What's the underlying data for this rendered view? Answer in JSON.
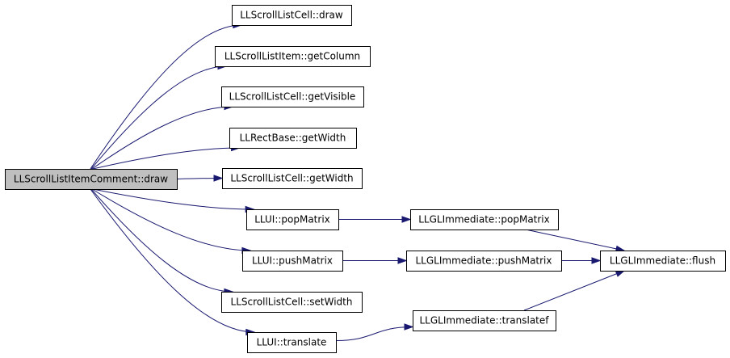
{
  "graph": {
    "nodes": [
      {
        "id": "root",
        "label": "LLScrollListItemComment::draw",
        "root": true
      },
      {
        "id": "cell_draw",
        "label": "LLScrollListCell::draw"
      },
      {
        "id": "item_getcolumn",
        "label": "LLScrollListItem::getColumn"
      },
      {
        "id": "cell_getvisible",
        "label": "LLScrollListCell::getVisible"
      },
      {
        "id": "rect_getwidth",
        "label": "LLRectBase::getWidth"
      },
      {
        "id": "cell_getwidth",
        "label": "LLScrollListCell::getWidth"
      },
      {
        "id": "ui_popmatrix",
        "label": "LLUI::popMatrix"
      },
      {
        "id": "ui_pushmatrix",
        "label": "LLUI::pushMatrix"
      },
      {
        "id": "cell_setwidth",
        "label": "LLScrollListCell::setWidth"
      },
      {
        "id": "ui_translate",
        "label": "LLUI::translate"
      },
      {
        "id": "gl_popmatrix",
        "label": "LLGLImmediate::popMatrix"
      },
      {
        "id": "gl_pushmatrix",
        "label": "LLGLImmediate::pushMatrix"
      },
      {
        "id": "gl_translatef",
        "label": "LLGLImmediate::translatef"
      },
      {
        "id": "gl_flush",
        "label": "LLGLImmediate::flush"
      }
    ],
    "edges": [
      {
        "from": "root",
        "to": "cell_draw"
      },
      {
        "from": "root",
        "to": "item_getcolumn"
      },
      {
        "from": "root",
        "to": "cell_getvisible"
      },
      {
        "from": "root",
        "to": "rect_getwidth"
      },
      {
        "from": "root",
        "to": "cell_getwidth"
      },
      {
        "from": "root",
        "to": "ui_popmatrix"
      },
      {
        "from": "root",
        "to": "ui_pushmatrix"
      },
      {
        "from": "root",
        "to": "cell_setwidth"
      },
      {
        "from": "root",
        "to": "ui_translate"
      },
      {
        "from": "ui_popmatrix",
        "to": "gl_popmatrix"
      },
      {
        "from": "ui_pushmatrix",
        "to": "gl_pushmatrix"
      },
      {
        "from": "ui_translate",
        "to": "gl_translatef"
      },
      {
        "from": "gl_popmatrix",
        "to": "gl_flush"
      },
      {
        "from": "gl_pushmatrix",
        "to": "gl_flush"
      },
      {
        "from": "gl_translatef",
        "to": "gl_flush"
      }
    ],
    "colors": {
      "edge": "#191970",
      "root_fill": "#bfbfbf",
      "node_fill": "#ffffff",
      "border": "#000000"
    }
  }
}
